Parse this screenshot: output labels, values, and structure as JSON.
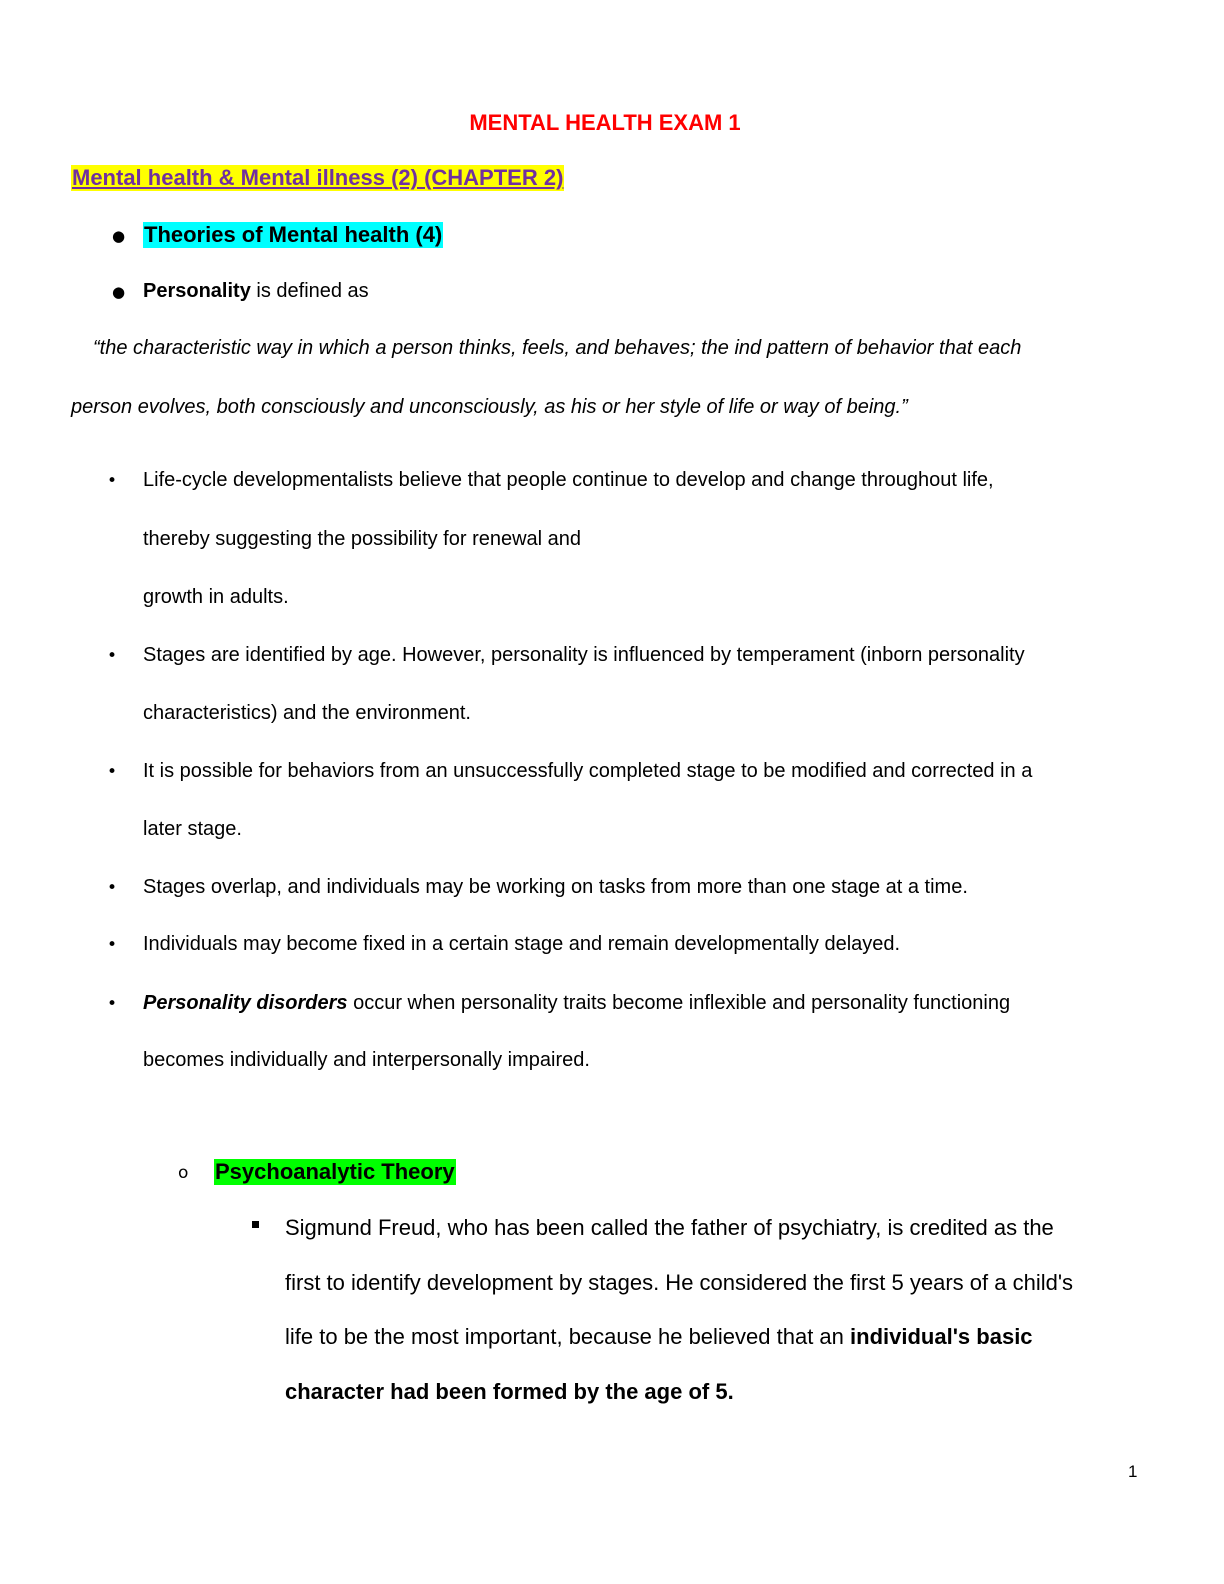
{
  "document": {
    "title": "MENTAL HEALTH EXAM 1",
    "chapter_heading": "Mental health & Mental illness (2) (CHAPTER 2)",
    "theories_heading": "Theories of Mental health (4)",
    "personality_label": "Personality",
    "personality_rest": " is defined as",
    "quote_line1": "“the characteristic way in which a person thinks, feels, and behaves; the ind pattern of behavior that each",
    "quote_line2": "person evolves, both consciously and unconsciously, as his or her style of life or way of being.”",
    "bullets": {
      "b1_line1": "Life-cycle developmentalists believe that people continue to develop and change throughout life,",
      "b1_line2": "thereby suggesting the possibility for renewal and",
      "b1_line3": "growth in adults.",
      "b2_line1": "Stages are identified by age. However, personality is influenced by temperament (inborn personality",
      "b2_line2": "characteristics) and the environment.",
      "b3_line1": "It is possible for behaviors from an unsuccessfully completed stage to be modified and corrected in a",
      "b3_line2": "later stage.",
      "b4_line1": "Stages overlap, and individuals may be working on tasks from more than one stage at a time.",
      "b5_line1": "Individuals may become fixed in a certain stage and remain developmentally delayed.",
      "b6_label": "Personality disorders",
      "b6_line1_rest": " occur when personality traits become inflexible and personality functioning",
      "b6_line2": "becomes individually and interpersonally impaired."
    },
    "psychoanalytic_heading": "Psychoanalytic Theory",
    "freud": {
      "line1": "Sigmund Freud, who has been called the father of psychiatry, is credited as the",
      "line2": "first to identify development by stages. He considered the first 5 years of a child's",
      "line3_plain": "life to be the most important, because he believed that an ",
      "line3_bold": "individual's basic",
      "line4_bold": "character had been formed by the age of 5."
    },
    "page_number": "1"
  },
  "colors": {
    "title": "#ff0000",
    "chapter_text": "#7030a0",
    "chapter_highlight": "#ffff00",
    "theories_highlight": "#00ffff",
    "psychoanalytic_highlight": "#00ff00"
  }
}
